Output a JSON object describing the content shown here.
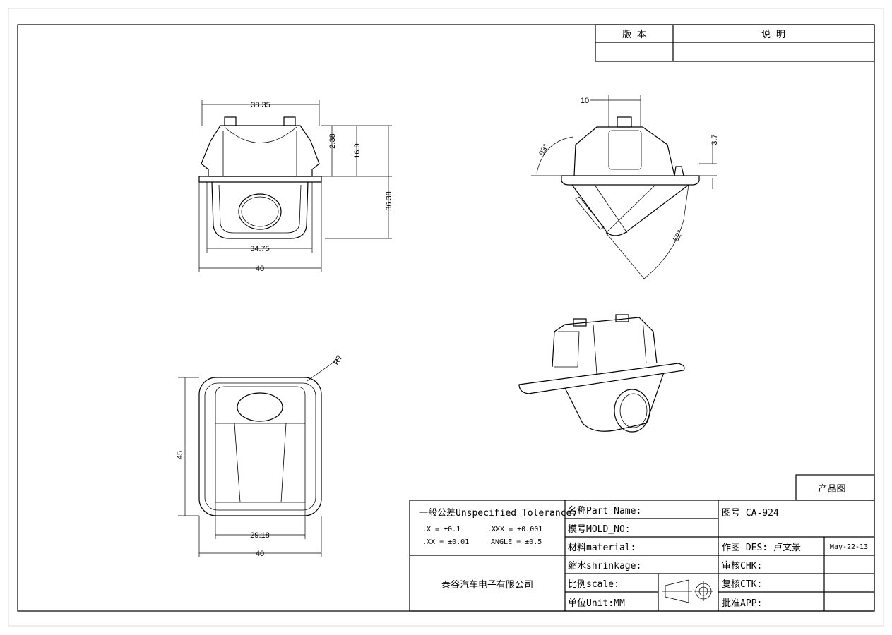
{
  "revision_table": {
    "version_header": "版 本",
    "description_header": "说 明"
  },
  "views": {
    "front": {
      "width_top": "38.35",
      "h1": "2.38",
      "h2": "16.9",
      "height": "36.38",
      "width_mid": "34.75",
      "width_total": "40"
    },
    "side": {
      "width": "10",
      "angle_left": "93°",
      "offset": "3.7",
      "angle_lens": "52°"
    },
    "top": {
      "radius": "R7",
      "height": "45",
      "width_inner": "29.18",
      "width_total": "40"
    }
  },
  "title_block": {
    "product_drawing": "产品图",
    "tolerance_title": "一般公差Unspecified Tolerance:",
    "tol_x": ".X  = ±0.1",
    "tol_xxx": ".XXX = ±0.001",
    "tol_xx": ".XX = ±0.01",
    "tol_angle": "ANGLE = ±0.5",
    "company": "泰谷汽车电子有限公司",
    "part_name": "名称Part Name:",
    "mold_no": "模号MOLD_NO:",
    "material": "材料material:",
    "shrinkage": "缩水shrinkage:",
    "scale": "比例scale:",
    "unit": "单位Unit:MM",
    "drawing_no": "图号 CA-924",
    "designer": "作图 DES: 卢文景",
    "date": "May-22-13",
    "check": "审核CHK:",
    "ctk": "复核CTK:",
    "approve": "批准APP:"
  }
}
